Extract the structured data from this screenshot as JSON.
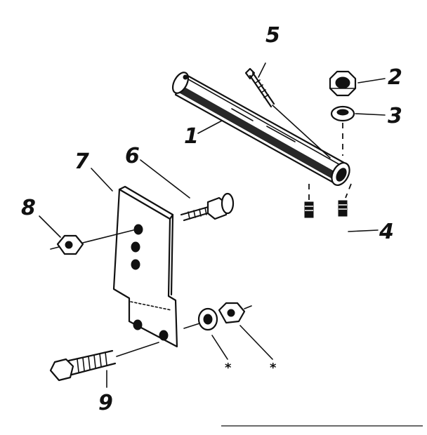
{
  "diagram": {
    "parts": [
      {
        "id": "part-1",
        "label": "1"
      },
      {
        "id": "part-2",
        "label": "2"
      },
      {
        "id": "part-3",
        "label": "3"
      },
      {
        "id": "part-4",
        "label": "4"
      },
      {
        "id": "part-5",
        "label": "5"
      },
      {
        "id": "part-6",
        "label": "6"
      },
      {
        "id": "part-7",
        "label": "7"
      },
      {
        "id": "part-8",
        "label": "8"
      },
      {
        "id": "part-9",
        "label": "9"
      }
    ],
    "note_marks": [
      "*",
      "*"
    ]
  }
}
